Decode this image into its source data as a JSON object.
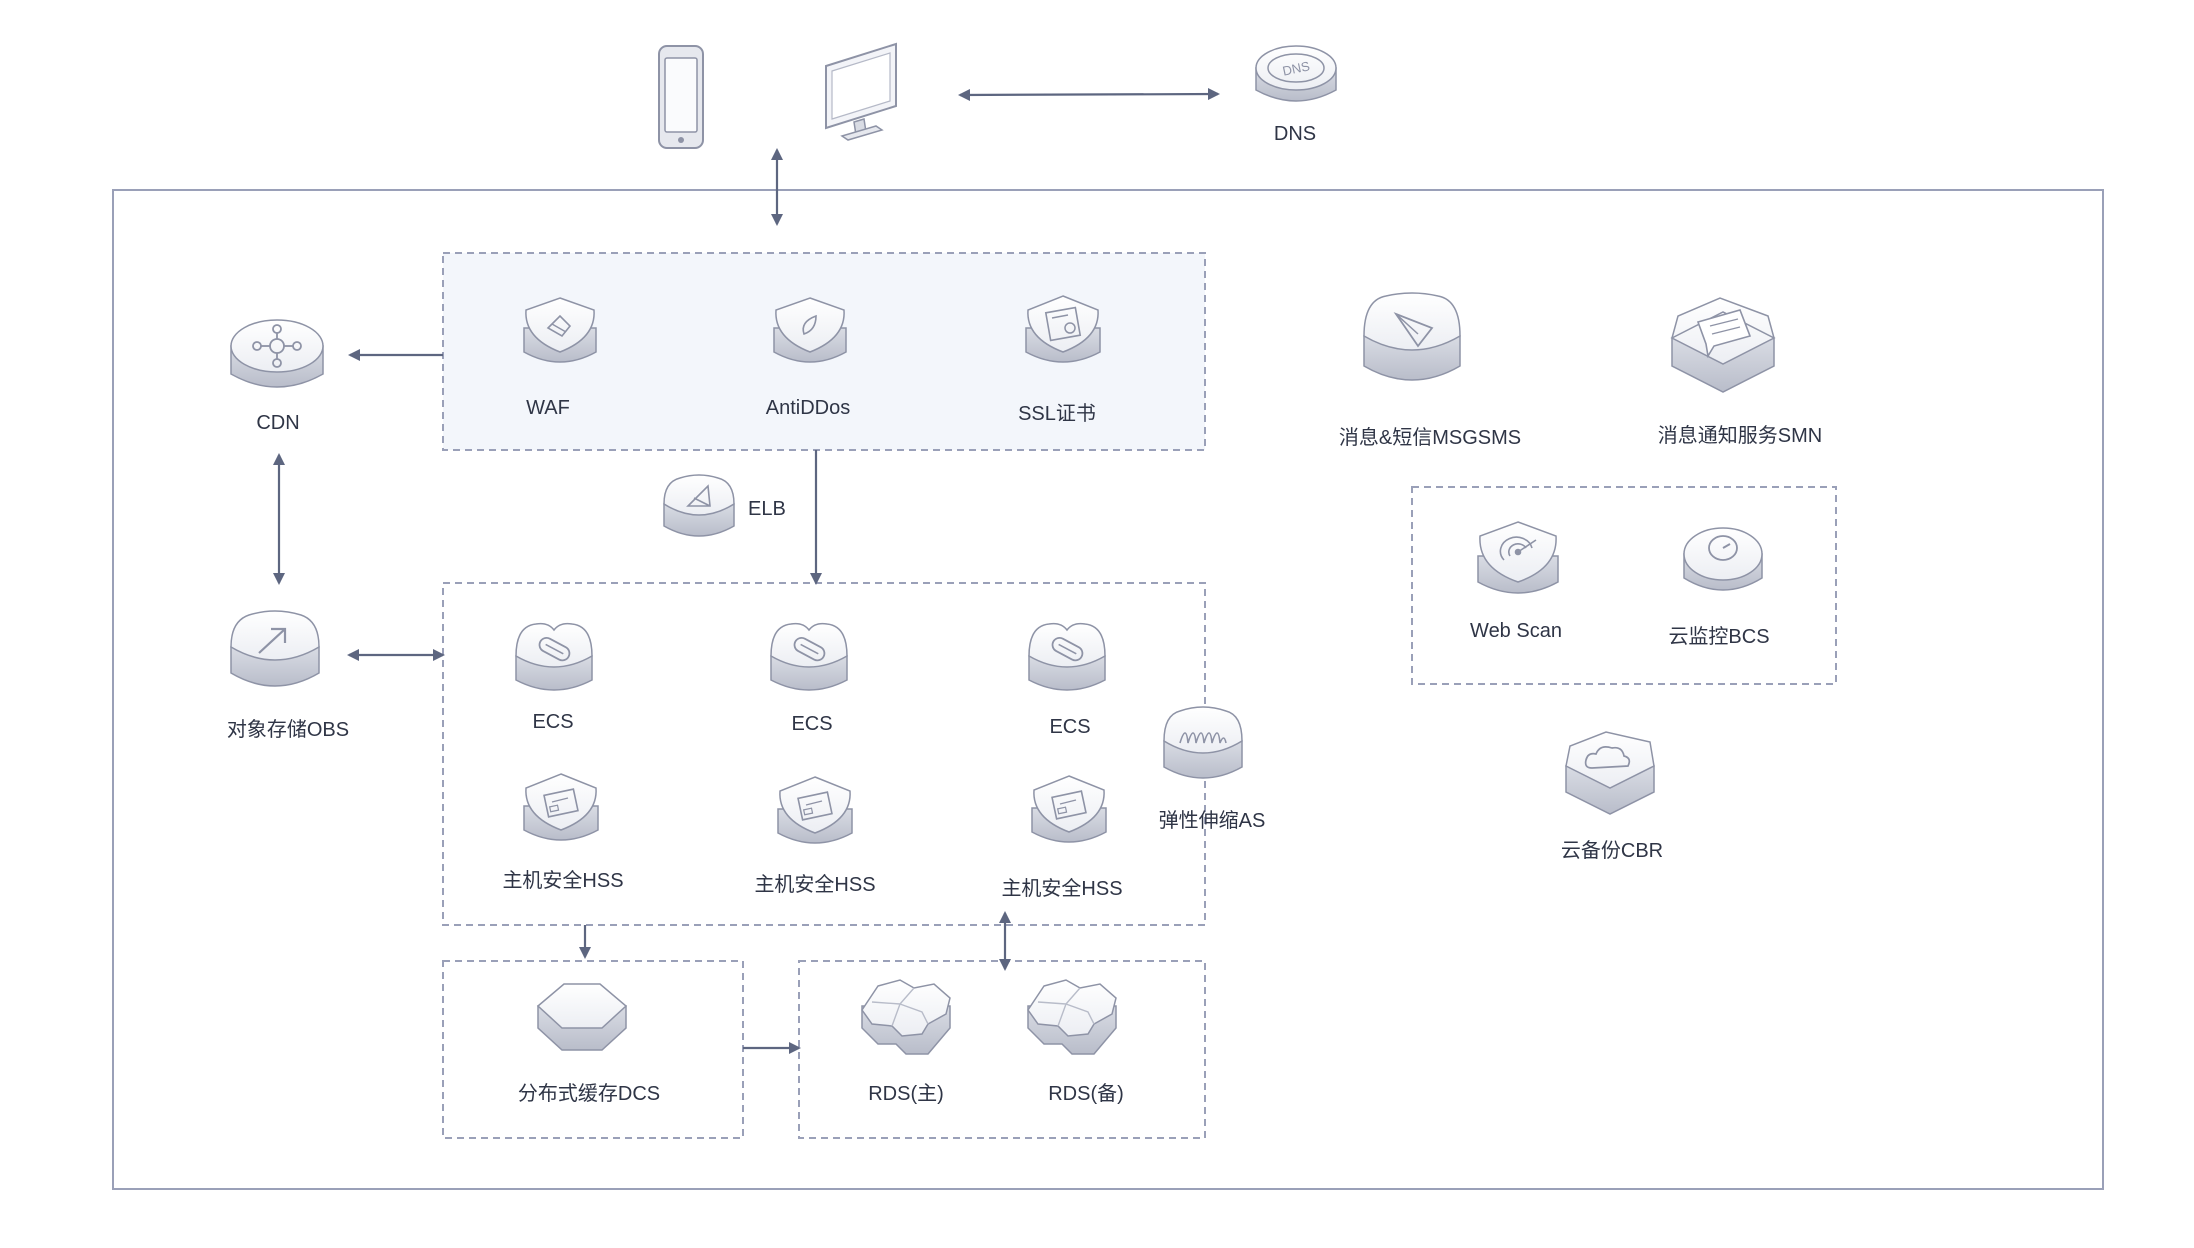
{
  "colors": {
    "frame": "#9aa0b8",
    "dashed": "#9aa0b8",
    "arrow": "#5d6680",
    "edge_panel_fill": "#f3f6fb",
    "icon_top": "#fbfbfd",
    "icon_side": "#c9ccd6",
    "icon_stroke": "#8e93a6"
  },
  "clients": {
    "phone_icon": "phone-icon",
    "monitor_icon": "monitor-icon"
  },
  "dns": {
    "label": "DNS",
    "icon": "dns-icon"
  },
  "cdn": {
    "label": "CDN",
    "icon": "cdn-icon"
  },
  "obs": {
    "label": "对象存储OBS",
    "icon": "obs-icon"
  },
  "edge_security": [
    {
      "label": "WAF",
      "icon": "waf-icon"
    },
    {
      "label": "AntiDDos",
      "icon": "antiddos-icon"
    },
    {
      "label": "SSL证书",
      "icon": "ssl-certificate-icon"
    }
  ],
  "elb": {
    "label": "ELB",
    "icon": "elb-icon"
  },
  "compute": {
    "ecs": [
      {
        "label": "ECS",
        "icon": "ecs-icon"
      },
      {
        "label": "ECS",
        "icon": "ecs-icon"
      },
      {
        "label": "ECS",
        "icon": "ecs-icon"
      }
    ],
    "hss": [
      {
        "label": "主机安全HSS",
        "icon": "hss-icon"
      },
      {
        "label": "主机安全HSS",
        "icon": "hss-icon"
      },
      {
        "label": "主机安全HSS",
        "icon": "hss-icon"
      }
    ]
  },
  "as": {
    "label": "弹性伸缩AS",
    "icon": "autoscaling-icon"
  },
  "dcs": {
    "label": "分布式缓存DCS",
    "icon": "dcs-icon"
  },
  "rds": [
    {
      "label": "RDS(主)",
      "icon": "rds-icon"
    },
    {
      "label": "RDS(备)",
      "icon": "rds-icon"
    }
  ],
  "messaging": [
    {
      "label": "消息&短信MSGSMS",
      "icon": "msgsms-icon"
    },
    {
      "label": "消息通知服务SMN",
      "icon": "smn-icon"
    }
  ],
  "ops": [
    {
      "label": "Web Scan",
      "icon": "webscan-icon"
    },
    {
      "label": "云监控BCS",
      "icon": "cloud-monitor-icon"
    }
  ],
  "cbr": {
    "label": "云备份CBR",
    "icon": "cbr-icon"
  }
}
